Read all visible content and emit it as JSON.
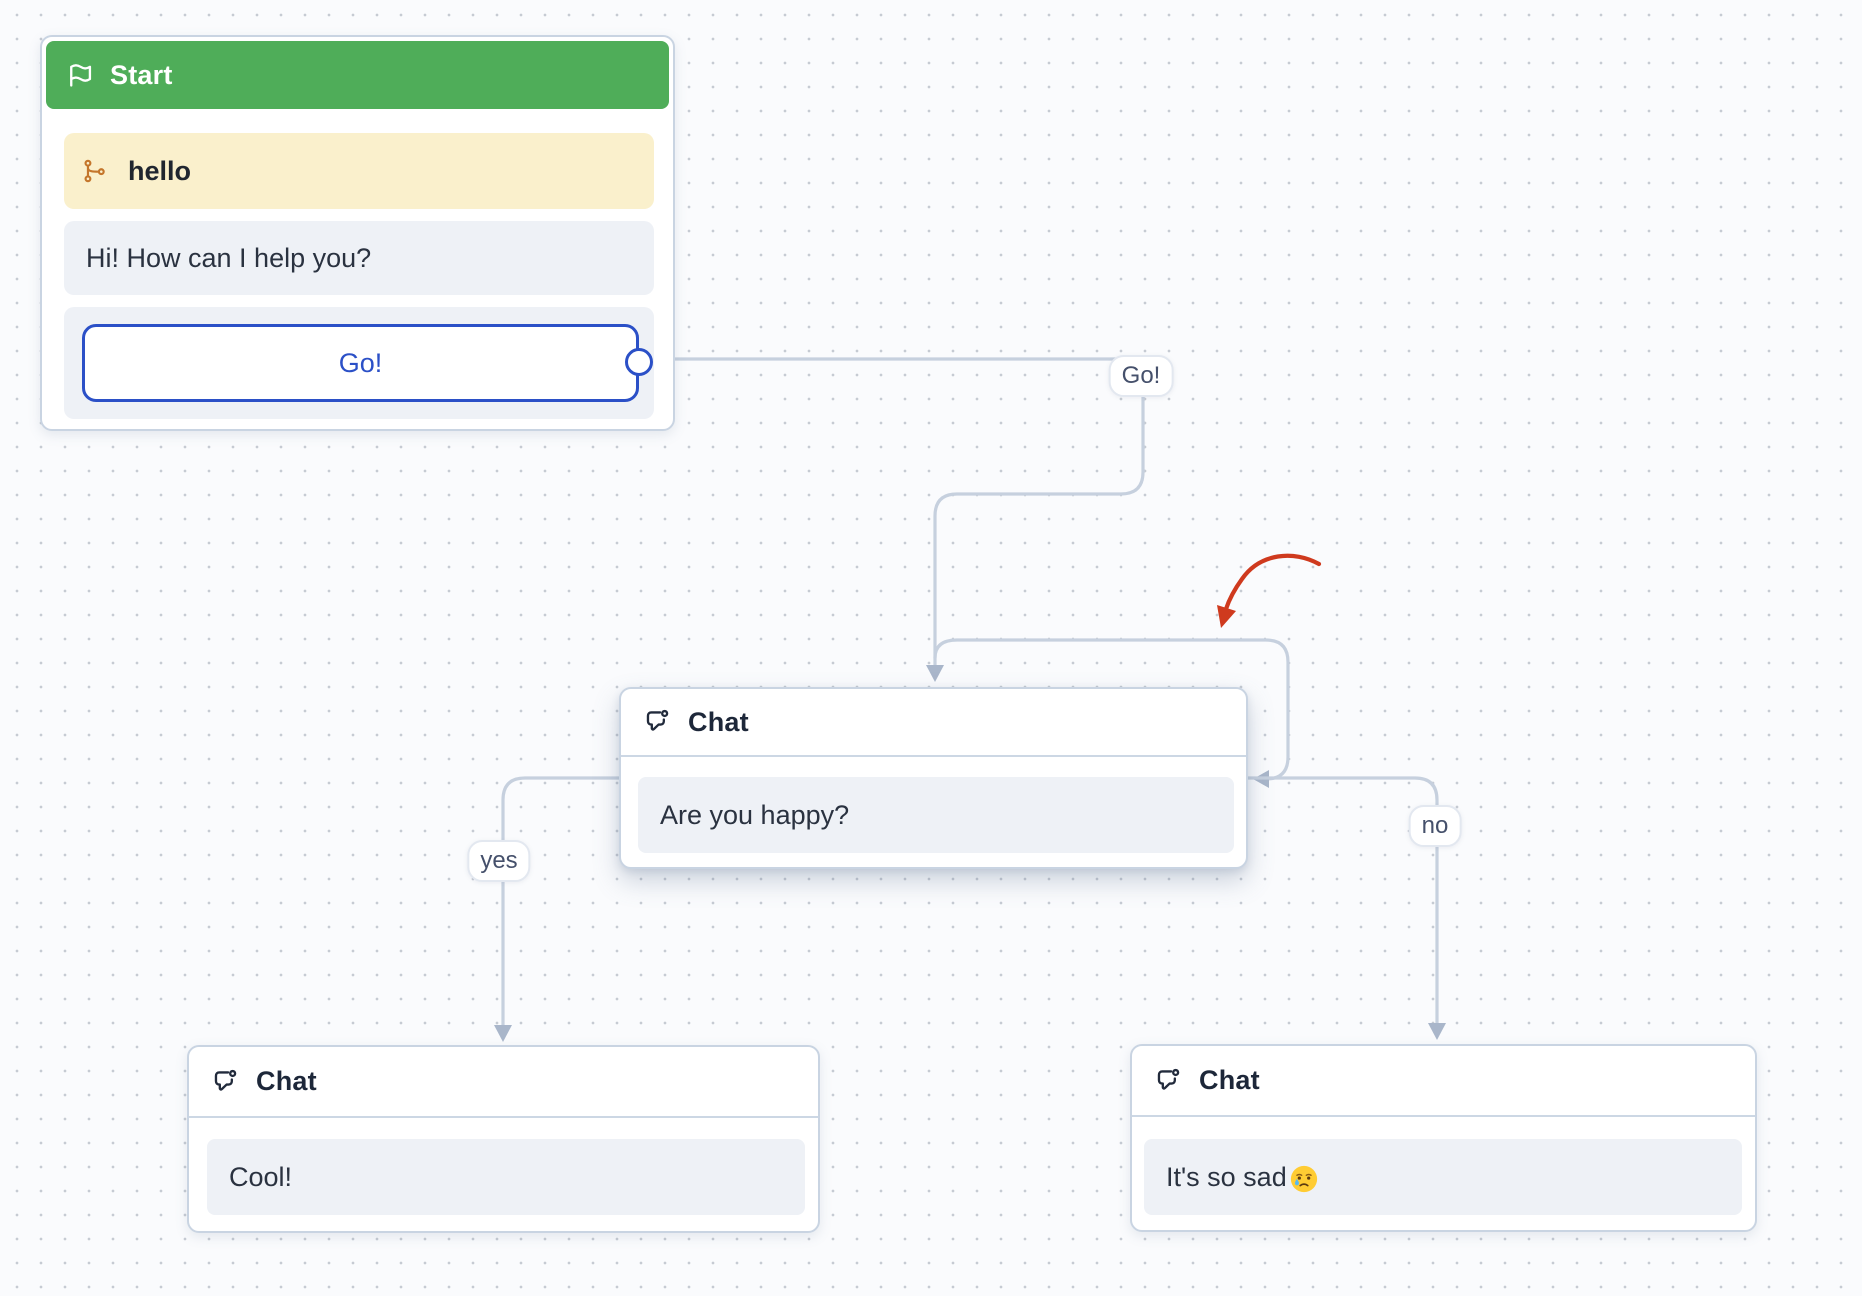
{
  "canvas": {
    "background": "#fafbfd",
    "dot_color": "#c6cbd3",
    "edge_color": "#c6d0de",
    "annotation_arrow_color": "#cf3a1e"
  },
  "edge_labels": {
    "go": "Go!",
    "yes": "yes",
    "no": "no"
  },
  "nodes": {
    "start": {
      "title": "Start",
      "header_color": "#4fad59",
      "header_icon": "flag-icon",
      "condition_item": {
        "label": "hello",
        "icon": "git-branch-icon",
        "background": "#faf0cc",
        "icon_color": "#c4762b"
      },
      "message_item": {
        "text": "Hi! How can I help you?"
      },
      "button": {
        "label": "Go!",
        "color": "#2b50c7"
      }
    },
    "chat_question": {
      "title": "Chat",
      "header_icon": "chat-bubble-icon",
      "message": "Are you happy?"
    },
    "chat_yes": {
      "title": "Chat",
      "header_icon": "chat-bubble-icon",
      "message": "Cool!"
    },
    "chat_no": {
      "title": "Chat",
      "header_icon": "chat-bubble-icon",
      "message": "It's so sad",
      "emoji": "😢"
    }
  }
}
